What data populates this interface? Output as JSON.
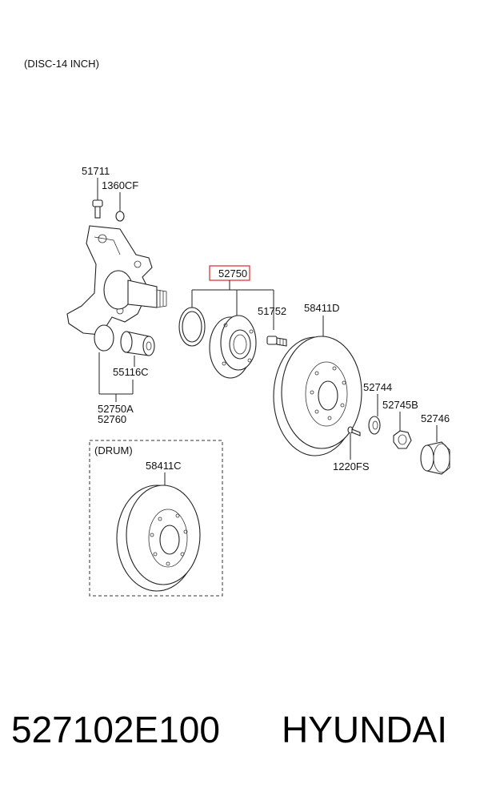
{
  "header": {
    "variant_note": "(DISC-14 INCH)"
  },
  "labels": {
    "p51711": "51711",
    "p1360CF": "1360CF",
    "p52750": "52750",
    "p51752": "51752",
    "p58411D": "58411D",
    "p55116C": "55116C",
    "p52750A": "52750A",
    "p52760": "52760",
    "p52744": "52744",
    "p52745B": "52745B",
    "p52746": "52746",
    "p1220FS": "1220FS",
    "drum_title": "(DRUM)",
    "p58411C": "58411C"
  },
  "highlight_color": "#e0242c",
  "footer": {
    "part_number": "527102E100",
    "brand": "HYUNDAI"
  }
}
